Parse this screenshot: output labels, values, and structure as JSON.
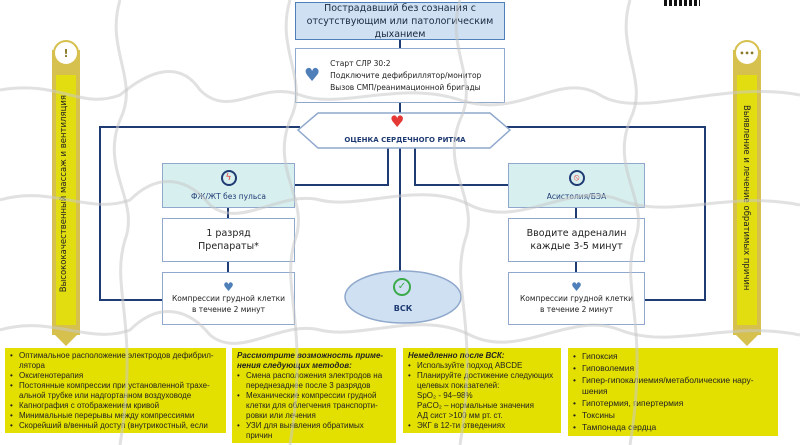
{
  "flow": {
    "start": "Пострадавший без сознания с отсутствующим или патологическим дыханием",
    "initial_steps": [
      "Старт СЛР 30:2",
      "Подключите дефибриллятор/монитор",
      "Вызов СМП/реанимационной бригады"
    ],
    "assess": "ОЦЕНКА СЕРДЕЧНОГО РИТМА",
    "left": {
      "title": "ФЖ/ЖТ без пульса",
      "action_1": "1 разряд",
      "action_2": "Препараты*",
      "compress_1": "Компрессии грудной клетки",
      "compress_2": "в течение 2 минут"
    },
    "right": {
      "title": "Асистолия/БЭА",
      "action_1": "Вводите адреналин",
      "action_2": "каждые 3-5 минут",
      "compress_1": "Компрессии грудной клетки",
      "compress_2": "в течение 2 минут"
    },
    "rosc": "ВСК"
  },
  "side": {
    "left_label": "Высококачественный массаж и вентиляция",
    "right_label": "Выявление и лечение обратимых причин",
    "left_icon": "!",
    "right_icon": "•••"
  },
  "panels": {
    "p1": [
      "Оптимальное расположение электродов дефибрил-лятора",
      "Оксигенотерапия",
      "Постоянные компрессии при установленной трахе-альной трубке или надгортанном воздуховоде",
      "Капнография с отображением кривой",
      "Минимальные перерывы между компрессиями",
      "Скорейший в/венный доступ (внутрикостный, если"
    ],
    "p2_heading": "Рассмотрите возможность приме-нения следующих методов:",
    "p2": [
      "Смена расположения электродов на переднезаднее после 3 разрядов",
      "Механические компрессии грудной клетки для облегчения транспорти-ровки или лечения",
      "УЗИ для выявления обратимых причин"
    ],
    "p3_heading": "Немедленно после ВСК:",
    "p3": [
      "Используйте подход ABCDE",
      "Планируйте достижение следующих целевых показателей:",
      "ЭКГ в 12-ти отведениях"
    ],
    "p3_targets": [
      "SpO₂ - 94–98%",
      "PaCO₂ – нормальные значения",
      "АД сист >100 мм рт. ст."
    ],
    "p4": [
      "Гипоксия",
      "Гиповолемия",
      "Гипер-гипокалиемия/метаболические нару-шения",
      "Гипотермия, гипертермия",
      "Токсины",
      "Тампонада сердца"
    ]
  },
  "colors": {
    "line": "#1f3b73",
    "panel": "#e3e000",
    "arrow": "#d6c04e",
    "box_top": "#cfe0f2",
    "box_teal": "#d8efef"
  }
}
